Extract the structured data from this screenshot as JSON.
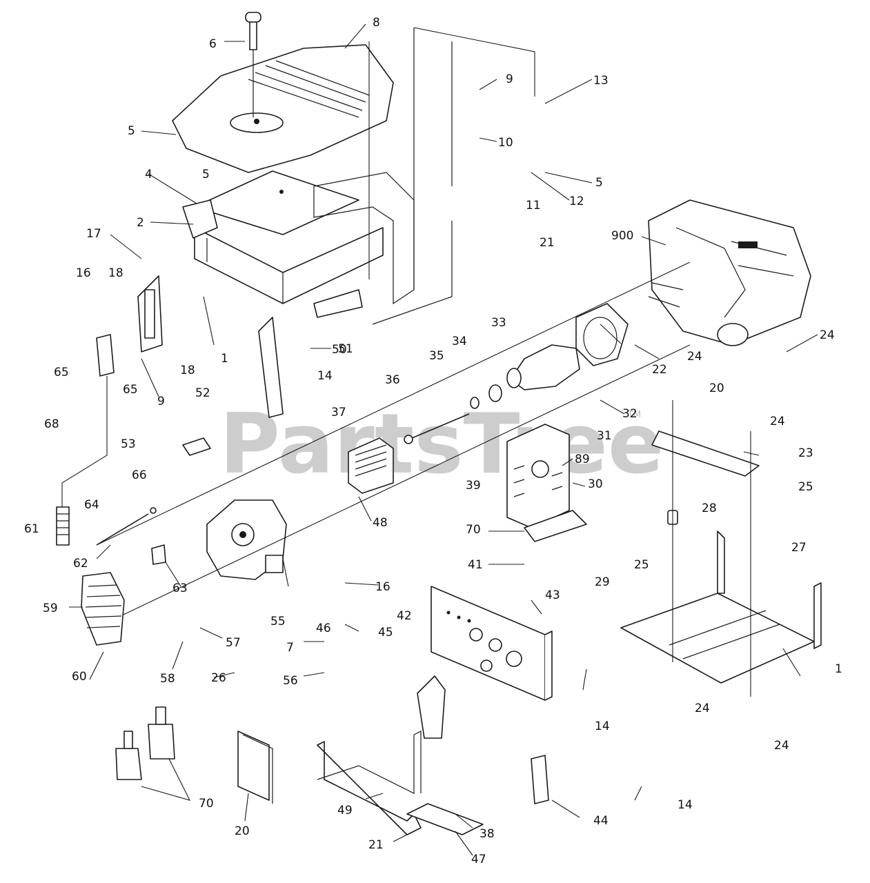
{
  "watermark": {
    "text": "PartsTree",
    "trademark": "TM",
    "color": "#bdbdbd"
  },
  "callouts": [
    "6",
    "8",
    "9",
    "13",
    "10",
    "5",
    "12",
    "5",
    "5",
    "4",
    "2",
    "17",
    "16",
    "18",
    "18",
    "900",
    "11",
    "21",
    "50",
    "1",
    "65",
    "65",
    "9",
    "14",
    "51",
    "52",
    "68",
    "53",
    "66",
    "64",
    "61",
    "62",
    "63",
    "57",
    "59",
    "60",
    "58",
    "55",
    "46",
    "16",
    "7",
    "56",
    "26",
    "45",
    "33",
    "34",
    "35",
    "36",
    "37",
    "48",
    "22",
    "24",
    "24",
    "20",
    "24",
    "32",
    "31",
    "23",
    "25",
    "89",
    "30",
    "39",
    "28",
    "27",
    "70",
    "41",
    "29",
    "25",
    "43",
    "42",
    "14",
    "24",
    "24",
    "1",
    "44",
    "14",
    "49",
    "38",
    "47",
    "21",
    "70",
    "20"
  ]
}
